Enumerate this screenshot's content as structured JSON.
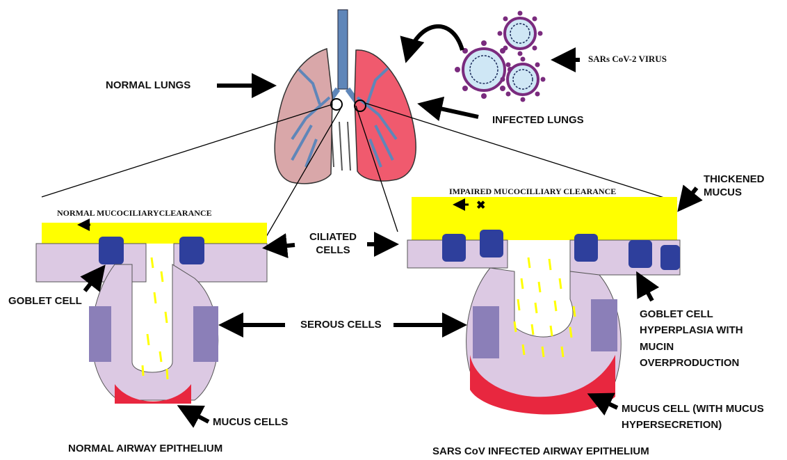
{
  "labels": {
    "normal_lungs": "NORMAL LUNGS",
    "infected_lungs": "INFECTED LUNGS",
    "virus": "SARs CoV-2 VIRUS",
    "normal_clearance": "NORMAL MUCOCILIARYCLEARANCE",
    "impaired_clearance": "IMPAIRED MUCOCILLIARY  CLEARANCE",
    "thickened_mucus": "THICKENED MUCUS",
    "ciliated_cells": "CILIATED CELLS",
    "goblet_cell": "GOBLET CELL",
    "serous_cells": "SEROUS CELLS",
    "goblet_hyperplasia": "GOBLET CELL HYPERPLASIA WITH MUCIN OVERPRODUCTION",
    "mucus_cells": "MUCUS CELLS",
    "mucus_cell_hyper": "MUCUS CELL (WITH MUCUS HYPERSECRETION)",
    "normal_epithelium": "NORMAL AIRWAY EPITHELIUM",
    "infected_epithelium": "SARS CoV INFECTED AIRWAY EPITHELIUM"
  },
  "colors": {
    "normal_lung": "#d9a7a9",
    "infected_lung": "#f05a6e",
    "airway": "#5f86b9",
    "mucus": "#ffff00",
    "ciliated": "#dcc9e3",
    "goblet": "#2e3f9c",
    "serous": "#8b7fb8",
    "mucus_cell": "#e8273f",
    "virus": "#7a2b7e"
  }
}
